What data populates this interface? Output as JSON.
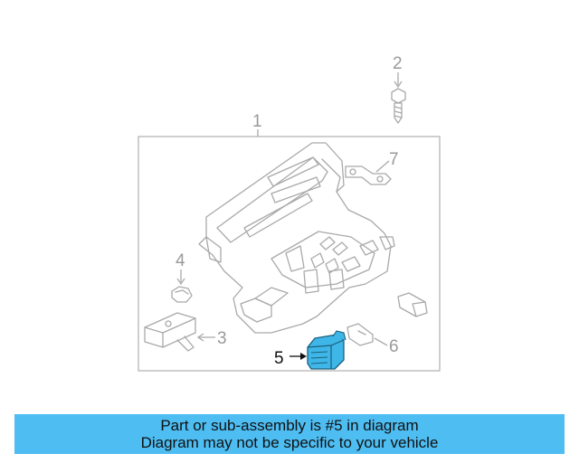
{
  "diagram": {
    "callouts": {
      "c1": "1",
      "c2": "2",
      "c3": "3",
      "c4": "4",
      "c5": "5",
      "c6": "6",
      "c7": "7"
    },
    "highlighted_part": "5",
    "highlight_color": "#3fb6e8",
    "line_color": "#a9a9a9"
  },
  "banner": {
    "line1": "Part or sub-assembly is #5 in diagram",
    "line2": "Diagram may not be specific to your vehicle",
    "background": "#4dbdf2"
  }
}
